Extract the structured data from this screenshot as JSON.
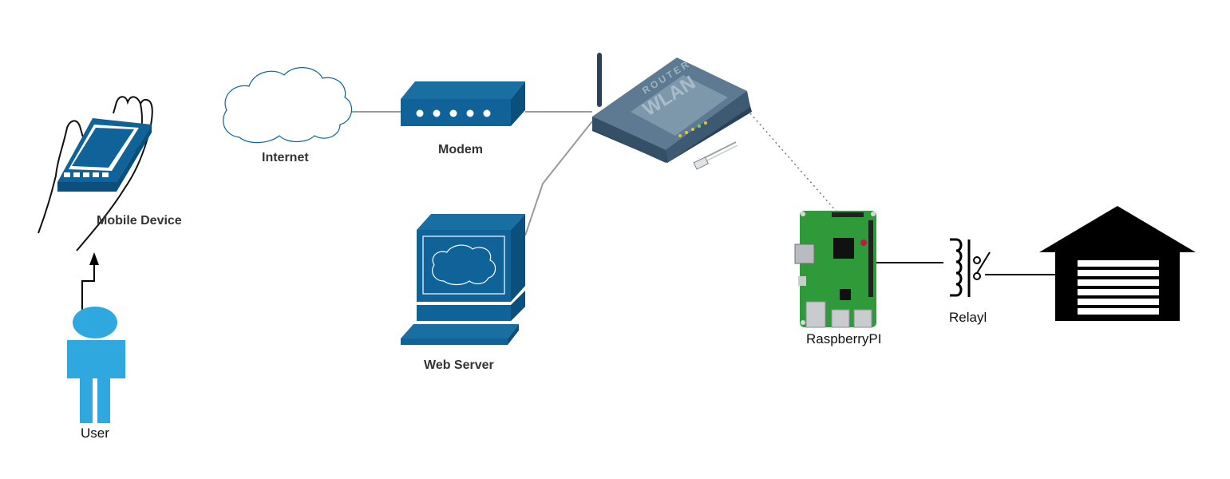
{
  "colors": {
    "device_blue": "#0f6398",
    "user_blue": "#2ea8df",
    "router_body": "#3d5a72",
    "pi_green": "#2e9a3a",
    "line_gray": "#9a9a9a",
    "black": "#000000"
  },
  "labels": {
    "mobile_device": "Mobile Device",
    "user": "User",
    "internet": "Internet",
    "modem": "Modem",
    "web_server": "Web Server",
    "raspberry_pi": "RaspberryPI",
    "relay": "Relayl"
  },
  "router": {
    "brand": "ROUTER",
    "model": "WLAN"
  },
  "icons": [
    "hand-holding-phone-icon",
    "user-person-icon",
    "cloud-icon",
    "modem-icon",
    "wireless-router-icon",
    "ethernet-cable-icon",
    "web-server-computer-icon",
    "raspberry-pi-board-icon",
    "relay-coil-switch-icon",
    "garage-icon"
  ]
}
